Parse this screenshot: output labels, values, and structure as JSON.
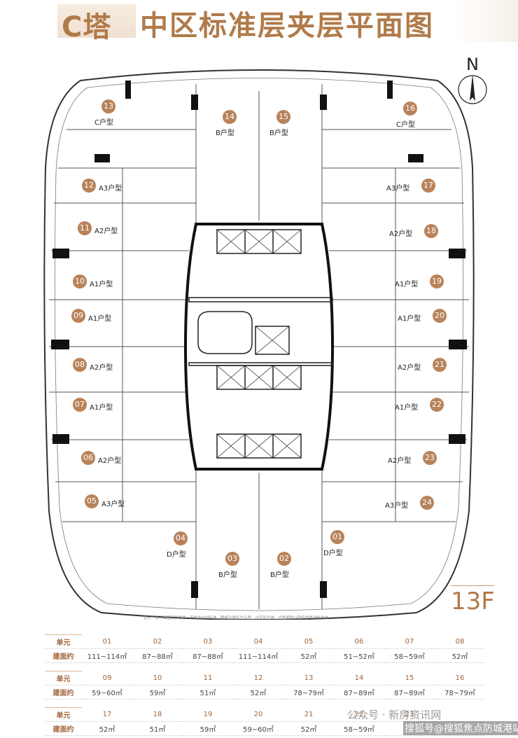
{
  "header": {
    "tower": "C塔",
    "title": "中区标准层夹层平面图"
  },
  "north_label": "N",
  "floor_label": "13F",
  "note": "提示：该平面图仅供参考，不作为交付标准。图纸比例仅为示意，以实际为准。户型面积以政府最终测绘为准。",
  "units": [
    {
      "no": "13",
      "type": "C户型"
    },
    {
      "no": "14",
      "type": "B户型"
    },
    {
      "no": "15",
      "type": "B户型"
    },
    {
      "no": "16",
      "type": "C户型"
    },
    {
      "no": "12",
      "type": "A3户型"
    },
    {
      "no": "17",
      "type": "A3户型"
    },
    {
      "no": "11",
      "type": "A2户型"
    },
    {
      "no": "18",
      "type": "A2户型"
    },
    {
      "no": "10",
      "type": "A1户型"
    },
    {
      "no": "19",
      "type": "A1户型"
    },
    {
      "no": "09",
      "type": "A1户型"
    },
    {
      "no": "20",
      "type": "A1户型"
    },
    {
      "no": "08",
      "type": "A2户型"
    },
    {
      "no": "21",
      "type": "A2户型"
    },
    {
      "no": "07",
      "type": "A1户型"
    },
    {
      "no": "22",
      "type": "A1户型"
    },
    {
      "no": "06",
      "type": "A2户型"
    },
    {
      "no": "23",
      "type": "A2户型"
    },
    {
      "no": "05",
      "type": "A3户型"
    },
    {
      "no": "24",
      "type": "A3户型"
    },
    {
      "no": "04",
      "type": "D户型"
    },
    {
      "no": "01",
      "type": "D户型"
    },
    {
      "no": "03",
      "type": "B户型"
    },
    {
      "no": "02",
      "type": "B户型"
    }
  ],
  "table": {
    "unit_label": "单元",
    "area_label": "建面约",
    "rows": [
      {
        "units": [
          "01",
          "02",
          "03",
          "04",
          "05",
          "06",
          "07",
          "08"
        ],
        "areas": [
          "111~114㎡",
          "87~88㎡",
          "87~88㎡",
          "111~114㎡",
          "52㎡",
          "51~52㎡",
          "58~59㎡",
          "52㎡"
        ]
      },
      {
        "units": [
          "09",
          "10",
          "11",
          "12",
          "13",
          "14",
          "15",
          "16"
        ],
        "areas": [
          "59~60㎡",
          "59㎡",
          "51㎡",
          "52㎡",
          "78~79㎡",
          "87~89㎡",
          "87~89㎡",
          "78~79㎡"
        ]
      },
      {
        "units": [
          "17",
          "18",
          "19",
          "20",
          "21",
          "22",
          "23",
          ""
        ],
        "areas": [
          "52㎡",
          "51㎡",
          "59㎡",
          "59~60㎡",
          "52㎡",
          "58~59㎡",
          "",
          ""
        ]
      }
    ]
  },
  "watermark": {
    "line1": "公众号 · 新房资讯网",
    "line2": "搜狐号@搜狐焦点防城港站"
  }
}
